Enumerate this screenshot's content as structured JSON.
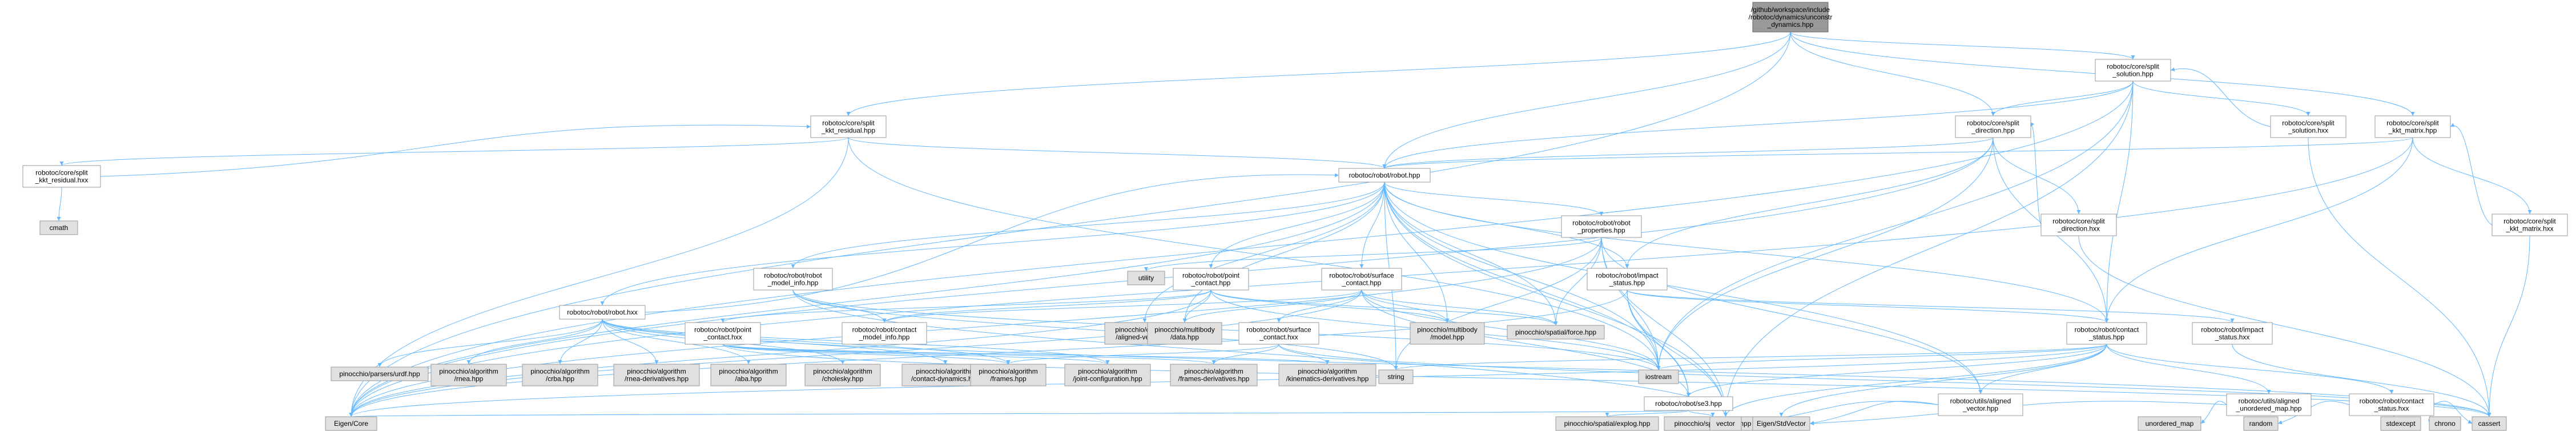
{
  "graph": {
    "type": "include_dependency_graph",
    "colors": {
      "edge": "#63b8ff",
      "node_border": "#999999",
      "root_fill": "#999999",
      "external_fill": "#e0e0e0",
      "internal_fill": "#ffffff"
    },
    "nodes": [
      {
        "id": "root",
        "label": "/github/workspace/include\n/robotoc/dynamics/unconstr\n_dynamics.hpp",
        "kind": "root"
      },
      {
        "id": "splitsol",
        "label": "robotoc/core/split\n_solution.hpp",
        "kind": "internal"
      },
      {
        "id": "kktres",
        "label": "robotoc/core/split\n_kkt_residual.hpp",
        "kind": "internal"
      },
      {
        "id": "splitdir",
        "label": "robotoc/core/split\n_direction.hpp",
        "kind": "internal"
      },
      {
        "id": "splitsolhxx",
        "label": "robotoc/core/split\n_solution.hxx",
        "kind": "internal"
      },
      {
        "id": "kktmat",
        "label": "robotoc/core/split\n_kkt_matrix.hpp",
        "kind": "internal"
      },
      {
        "id": "kktreshxx",
        "label": "robotoc/core/split\n_kkt_residual.hxx",
        "kind": "internal"
      },
      {
        "id": "cmath",
        "label": "cmath",
        "kind": "external"
      },
      {
        "id": "robot",
        "label": "robotoc/robot/robot.hpp",
        "kind": "internal"
      },
      {
        "id": "splitdirhxx",
        "label": "robotoc/core/split\n_direction.hxx",
        "kind": "internal"
      },
      {
        "id": "kktmathxx",
        "label": "robotoc/core/split\n_kkt_matrix.hxx",
        "kind": "internal"
      },
      {
        "id": "robotprops",
        "label": "robotoc/robot/robot\n_properties.hpp",
        "kind": "internal"
      },
      {
        "id": "modelinfo",
        "label": "robotoc/robot/robot\n_model_info.hpp",
        "kind": "internal"
      },
      {
        "id": "utility",
        "label": "utility",
        "kind": "external"
      },
      {
        "id": "ptcontact",
        "label": "robotoc/robot/point\n_contact.hpp",
        "kind": "internal"
      },
      {
        "id": "surfcontact",
        "label": "robotoc/robot/surface\n_contact.hpp",
        "kind": "internal"
      },
      {
        "id": "impactstatus",
        "label": "robotoc/robot/impact\n_status.hpp",
        "kind": "internal"
      },
      {
        "id": "robothxx",
        "label": "robotoc/robot/robot.hxx",
        "kind": "internal"
      },
      {
        "id": "ptcontacthxx",
        "label": "robotoc/robot/point\n_contact.hxx",
        "kind": "internal"
      },
      {
        "id": "contactmodelinfo",
        "label": "robotoc/robot/contact\n_model_info.hpp",
        "kind": "internal"
      },
      {
        "id": "surfcontacthxx",
        "label": "robotoc/robot/surface\n_contact.hxx",
        "kind": "internal"
      },
      {
        "id": "alignedvec",
        "label": "pinocchio/container\n/aligned-vector.hpp",
        "kind": "external"
      },
      {
        "id": "mbdata",
        "label": "pinocchio/multibody\n/data.hpp",
        "kind": "external"
      },
      {
        "id": "mbmodel",
        "label": "pinocchio/multibody\n/model.hpp",
        "kind": "external"
      },
      {
        "id": "spforce",
        "label": "pinocchio/spatial/force.hpp",
        "kind": "external"
      },
      {
        "id": "contactstatus",
        "label": "robotoc/robot/contact\n_status.hpp",
        "kind": "internal"
      },
      {
        "id": "impactstatushxx",
        "label": "robotoc/robot/impact\n_status.hxx",
        "kind": "internal"
      },
      {
        "id": "urdf",
        "label": "pinocchio/parsers/urdf.hpp",
        "kind": "external"
      },
      {
        "id": "rnea",
        "label": "pinocchio/algorithm\n/rnea.hpp",
        "kind": "external"
      },
      {
        "id": "crba",
        "label": "pinocchio/algorithm\n/crba.hpp",
        "kind": "external"
      },
      {
        "id": "rneaderiv",
        "label": "pinocchio/algorithm\n/rnea-derivatives.hpp",
        "kind": "external"
      },
      {
        "id": "aba",
        "label": "pinocchio/algorithm\n/aba.hpp",
        "kind": "external"
      },
      {
        "id": "cholesky",
        "label": "pinocchio/algorithm\n/cholesky.hpp",
        "kind": "external"
      },
      {
        "id": "contactdyn",
        "label": "pinocchio/algorithm\n/contact-dynamics.hpp",
        "kind": "external"
      },
      {
        "id": "frames",
        "label": "pinocchio/algorithm\n/frames.hpp",
        "kind": "external"
      },
      {
        "id": "jointconf",
        "label": "pinocchio/algorithm\n/joint-configuration.hpp",
        "kind": "external"
      },
      {
        "id": "framesderiv",
        "label": "pinocchio/algorithm\n/frames-derivatives.hpp",
        "kind": "external"
      },
      {
        "id": "kinderiv",
        "label": "pinocchio/algorithm\n/kinematics-derivatives.hpp",
        "kind": "external"
      },
      {
        "id": "string",
        "label": "string",
        "kind": "external"
      },
      {
        "id": "iostream",
        "label": "iostream",
        "kind": "external"
      },
      {
        "id": "se3",
        "label": "robotoc/robot/se3.hpp",
        "kind": "internal"
      },
      {
        "id": "alignedvechpp",
        "label": "robotoc/utils/aligned\n_vector.hpp",
        "kind": "internal"
      },
      {
        "id": "alignedumap",
        "label": "robotoc/utils/aligned\n_unordered_map.hpp",
        "kind": "internal"
      },
      {
        "id": "contactstatushxx",
        "label": "robotoc/robot/contact\n_status.hxx",
        "kind": "internal"
      },
      {
        "id": "eigencore",
        "label": "Eigen/Core",
        "kind": "external"
      },
      {
        "id": "explog",
        "label": "pinocchio/spatial/explog.hpp",
        "kind": "external"
      },
      {
        "id": "spse3",
        "label": "pinocchio/spatial/se3.hpp",
        "kind": "external"
      },
      {
        "id": "vector",
        "label": "vector",
        "kind": "external"
      },
      {
        "id": "stdvector",
        "label": "Eigen/StdVector",
        "kind": "external"
      },
      {
        "id": "umap",
        "label": "unordered_map",
        "kind": "external"
      },
      {
        "id": "random",
        "label": "random",
        "kind": "external"
      },
      {
        "id": "stdexcept",
        "label": "stdexcept",
        "kind": "external"
      },
      {
        "id": "chrono",
        "label": "chrono",
        "kind": "external"
      },
      {
        "id": "cassert",
        "label": "cassert",
        "kind": "external"
      }
    ]
  }
}
